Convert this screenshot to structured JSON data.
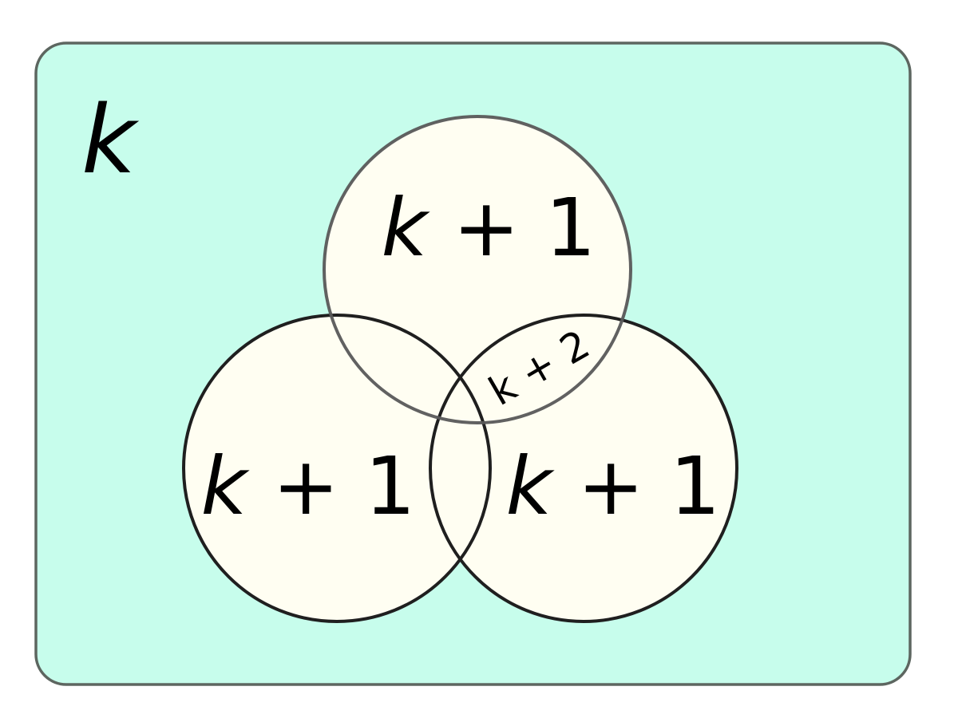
{
  "colors": {
    "background_region": "#c7fdec",
    "background_border": "#5d6660",
    "circle_fill": "#fffef2",
    "circle_border_top": "#595959",
    "circle_border_bottom": "#1f1f1f",
    "text": "#000000"
  },
  "outer_region": {
    "label_var": "k"
  },
  "circles": {
    "top": {
      "label_var": "k",
      "label_rest": " + 1"
    },
    "bottom_left": {
      "label_var": "k",
      "label_rest": " + 1"
    },
    "bottom_right": {
      "label_var": "k",
      "label_rest": " + 1"
    }
  },
  "intersection": {
    "label": "k + 2"
  }
}
